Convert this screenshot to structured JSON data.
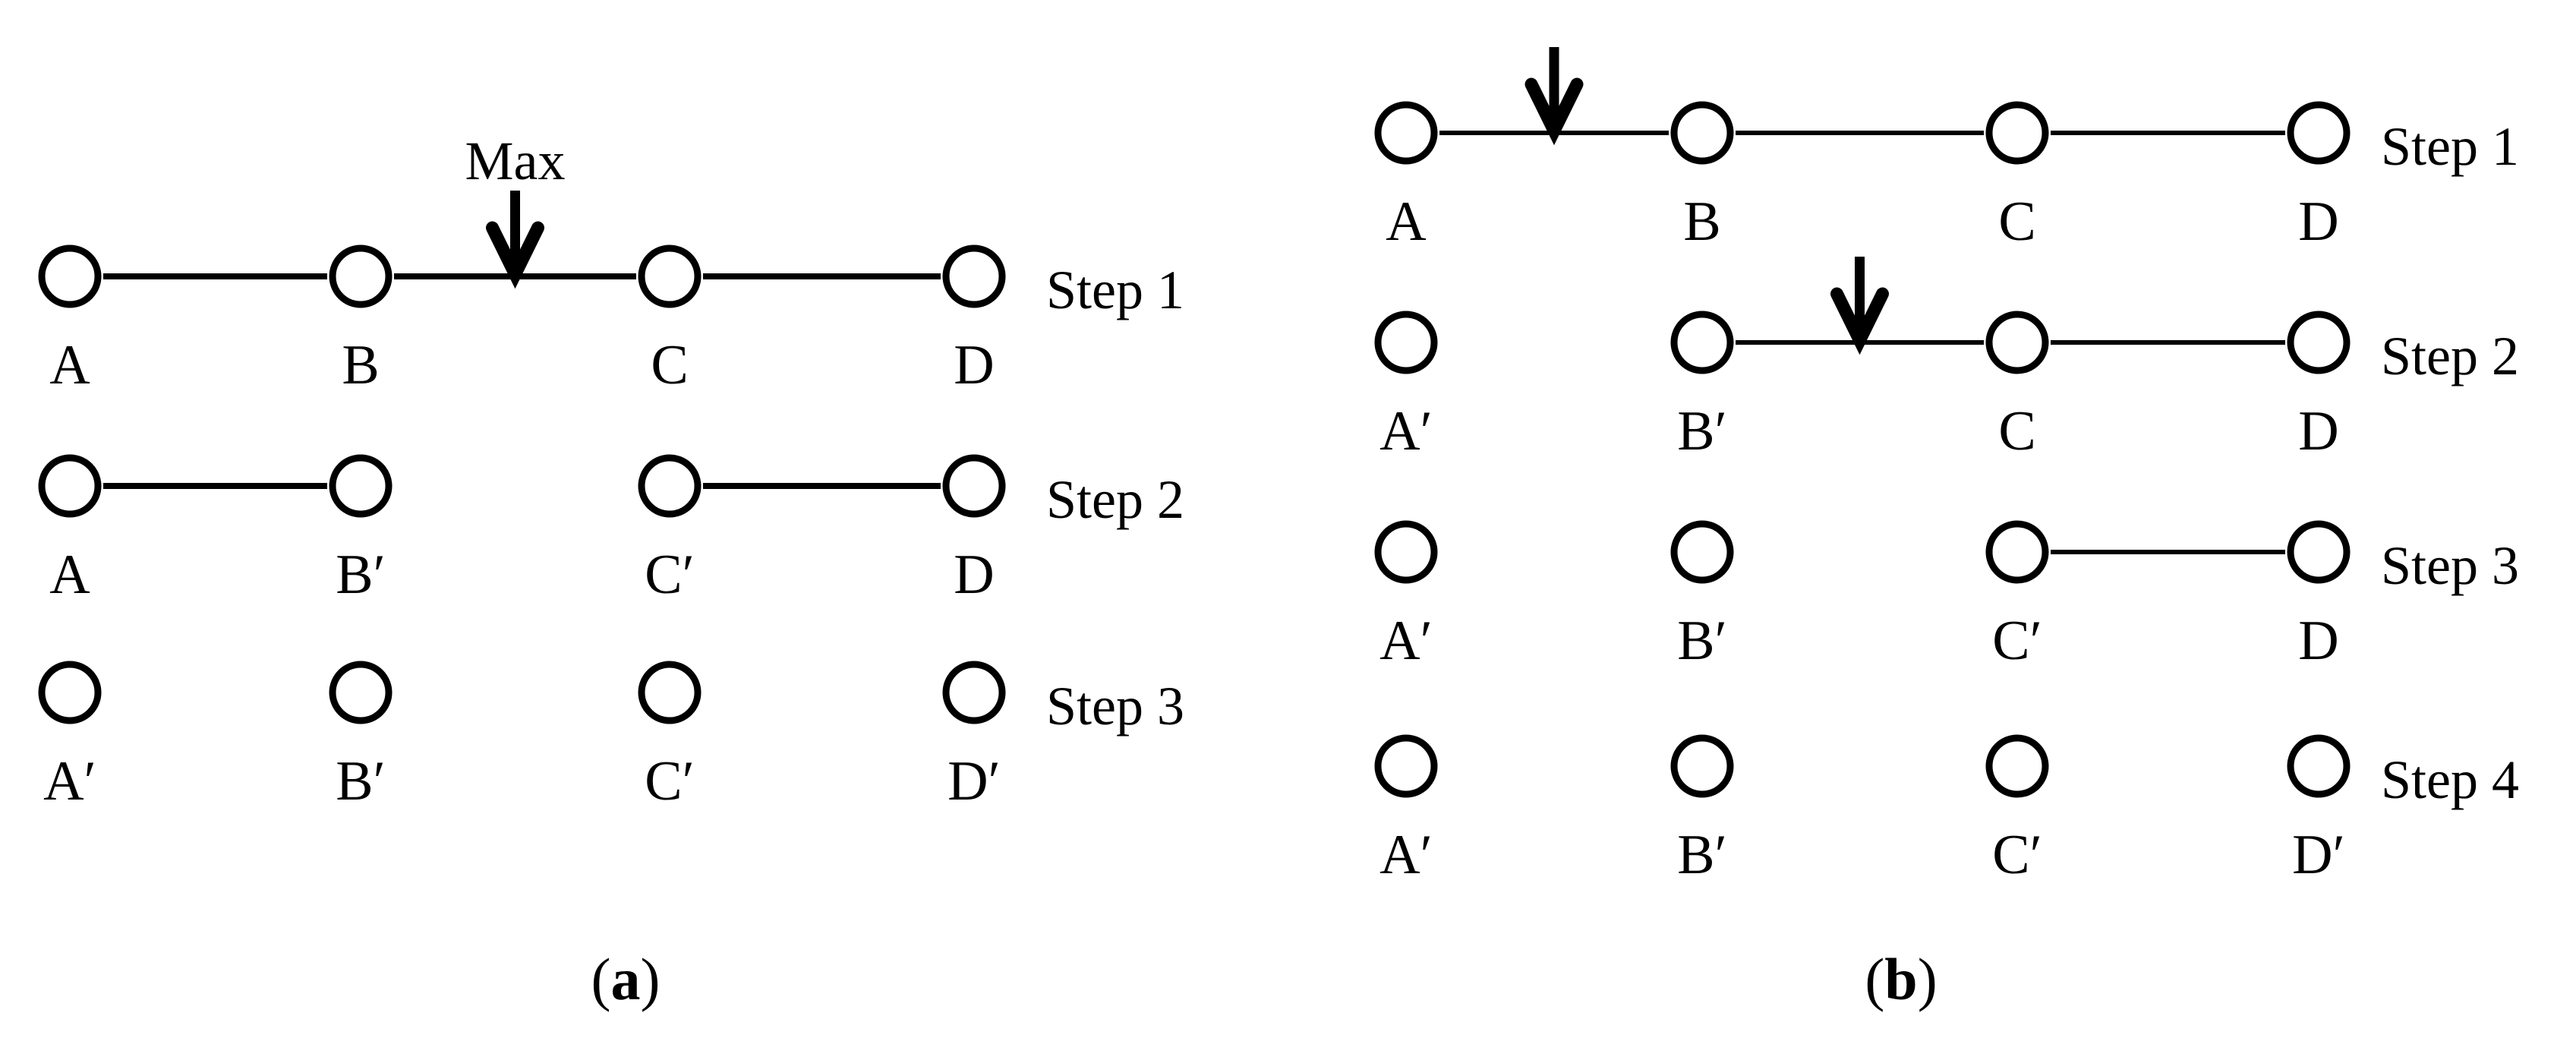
{
  "figure": {
    "background": "#ffffff",
    "ink": "#000000",
    "panels": [
      {
        "name": "a",
        "caption": {
          "open": "(",
          "letter": "a",
          "close": ")"
        },
        "rows": [
          {
            "step_label": "Step 1",
            "nodes": [
              "A",
              "B",
              "C",
              "D"
            ],
            "edges": [
              [
                0,
                1
              ],
              [
                1,
                2
              ],
              [
                2,
                3
              ]
            ],
            "arrow": {
              "between": [
                1,
                2
              ],
              "label": "Max"
            }
          },
          {
            "step_label": "Step 2",
            "nodes": [
              "A",
              "B′",
              "C′",
              "D"
            ],
            "edges": [
              [
                0,
                1
              ],
              [
                2,
                3
              ]
            ]
          },
          {
            "step_label": "Step 3",
            "nodes": [
              "A′",
              "B′",
              "C′",
              "D′"
            ],
            "edges": []
          }
        ]
      },
      {
        "name": "b",
        "caption": {
          "open": "(",
          "letter": "b",
          "close": ")"
        },
        "rows": [
          {
            "step_label": "Step 1",
            "nodes": [
              "A",
              "B",
              "C",
              "D"
            ],
            "edges": [
              [
                0,
                1
              ],
              [
                1,
                2
              ],
              [
                2,
                3
              ]
            ],
            "arrow": {
              "between": [
                0,
                1
              ],
              "label": ""
            }
          },
          {
            "step_label": "Step 2",
            "nodes": [
              "A′",
              "B′",
              "C",
              "D"
            ],
            "edges": [
              [
                1,
                2
              ],
              [
                2,
                3
              ]
            ],
            "arrow": {
              "between": [
                1,
                2
              ],
              "label": ""
            }
          },
          {
            "step_label": "Step 3",
            "nodes": [
              "A′",
              "B′",
              "C′",
              "D"
            ],
            "edges": [
              [
                2,
                3
              ]
            ]
          },
          {
            "step_label": "Step 4",
            "nodes": [
              "A′",
              "B′",
              "C′",
              "D′"
            ],
            "edges": []
          }
        ]
      }
    ]
  }
}
